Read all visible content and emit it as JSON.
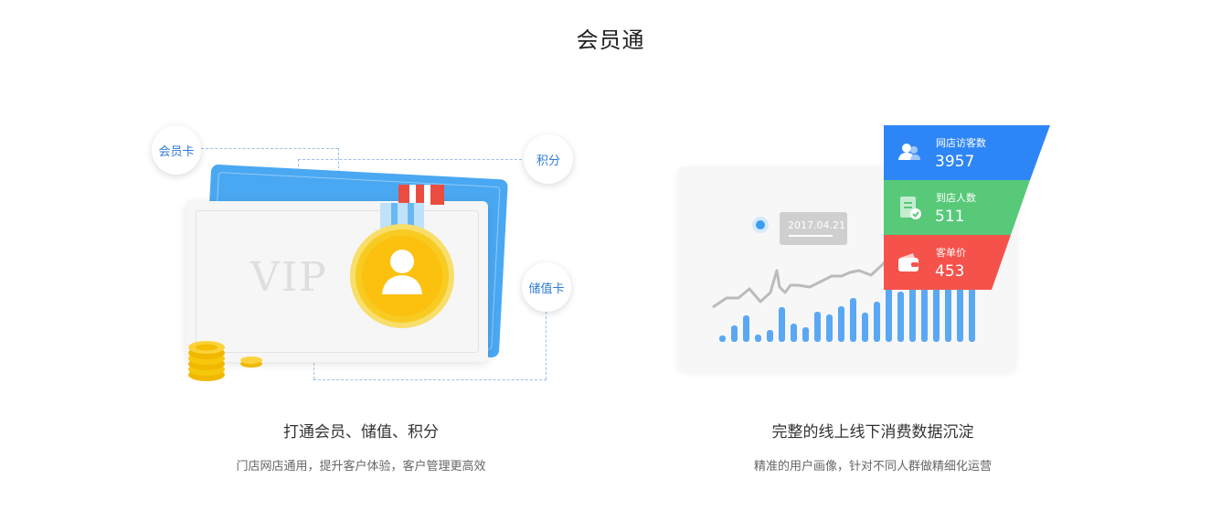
{
  "page": {
    "title": "会员通"
  },
  "left_feature": {
    "tags": {
      "member_card": "会员卡",
      "points": "积分",
      "stored_value_card": "储值卡"
    },
    "card_text": "VIP",
    "title": "打通会员、储值、积分",
    "subtitle": "门店网店通用，提升客户体验，客户管理更高效",
    "colors": {
      "card_blue": "#4aa8f2",
      "medal_gold": "#fcc10f",
      "ribbon_red": "#ea4d40"
    }
  },
  "right_feature": {
    "date_tag": "2017.04.21",
    "stats": [
      {
        "label": "网店访客数",
        "value": "3957",
        "color": "#2e86f6",
        "icon": "users-icon"
      },
      {
        "label": "到店人数",
        "value": "511",
        "color": "#57c979",
        "icon": "checklist-icon"
      },
      {
        "label": "客单价",
        "value": "453",
        "color": "#f5524b",
        "icon": "wallet-icon"
      }
    ],
    "title": "完整的线上线下消费数据沉淀",
    "subtitle": "精准的用户画像，针对不同人群做精细化运营",
    "colors": {
      "bar_blue": "#5aa8f3",
      "line_gray": "#bbbbbb"
    }
  }
}
